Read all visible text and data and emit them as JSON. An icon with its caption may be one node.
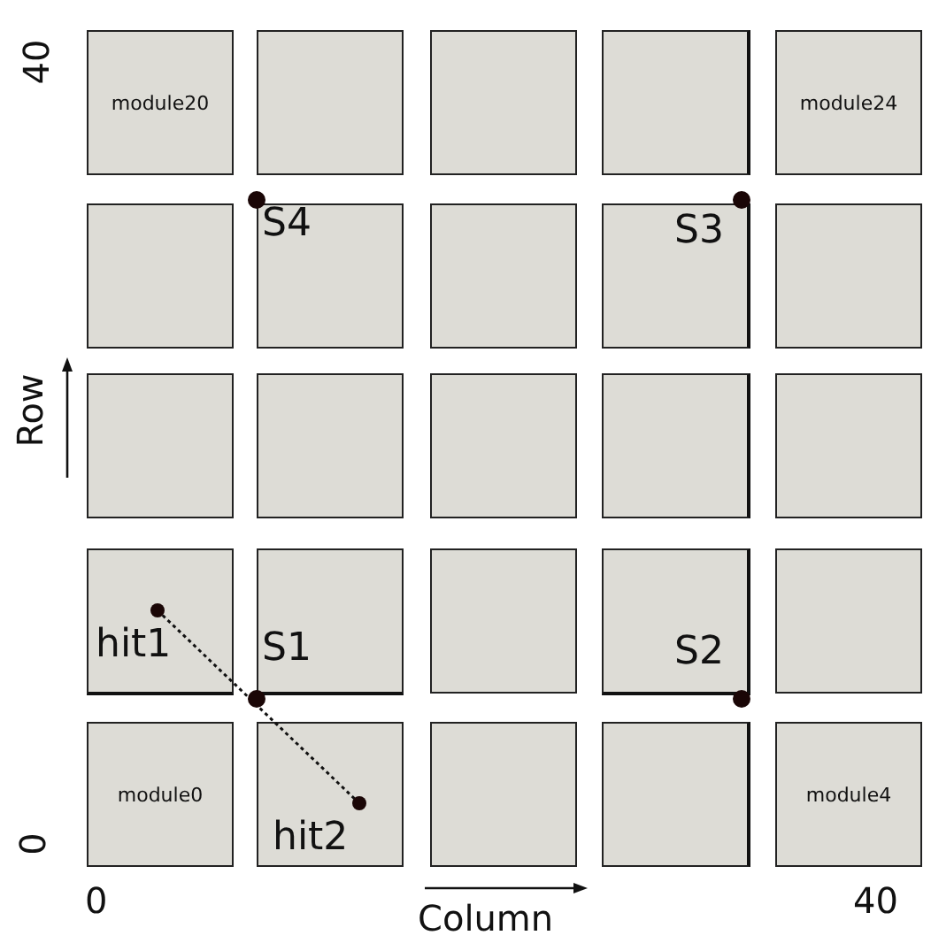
{
  "diagram": {
    "nodes": [
      {
        "text": [
          "module20"
        ]
      },
      {
        "text": [],
        "shape": "box"
      },
      {
        "text": [],
        "shape": "box"
      },
      {
        "text": [],
        "shape": "box"
      },
      {
        "text": [
          "module24"
        ]
      },
      {
        "text": [],
        "shape": "box"
      },
      {
        "text": [],
        "shape": "box"
      },
      {
        "text": [],
        "shape": "box"
      },
      {
        "text": [],
        "shape": "box"
      },
      {
        "text": [],
        "shape": "box"
      },
      {
        "text": [],
        "shape": "box"
      },
      {
        "text": [],
        "shape": "box"
      },
      {
        "text": [],
        "shape": "box"
      },
      {
        "text": [],
        "shape": "box"
      },
      {
        "text": [],
        "shape": "box"
      },
      {
        "text": [],
        "shape": "box"
      },
      {
        "text": [],
        "shape": "box"
      },
      {
        "text": [],
        "shape": "box"
      },
      {
        "text": [],
        "shape": "box"
      },
      {
        "text": [],
        "shape": "box"
      },
      {
        "text": [
          "module0"
        ]
      },
      {
        "text": [],
        "shape": "box"
      },
      {
        "text": [],
        "shape": "box"
      },
      {
        "text": [],
        "shape": "box"
      },
      {
        "text": [
          "module4"
        ]
      },
      {
        "text": [
          "hit1"
        ],
        "in": 15
      },
      {
        "text": [
          "hit2"
        ],
        "in": 21
      },
      {
        "text": [
          "S4"
        ],
        "in": 6
      },
      {
        "text": [
          "S3"
        ],
        "in": 8
      },
      {
        "text": [
          "S1"
        ],
        "in": 16
      },
      {
        "text": [
          "S2"
        ],
        "in": 18
      }
    ],
    "edges": [
      {
        "from": 25,
        "to": 26,
        "arrow": "none",
        "style": "dashed"
      }
    ],
    "labels": [
      "40",
      "Row",
      "0",
      "0",
      "Column",
      "40"
    ]
  }
}
